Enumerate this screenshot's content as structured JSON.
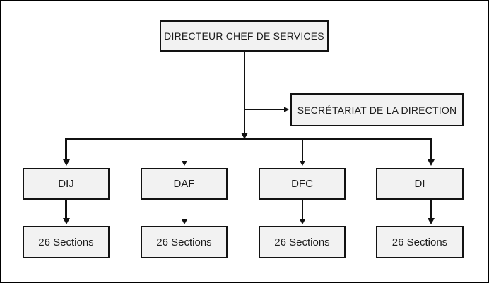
{
  "diagram": {
    "type": "org-chart",
    "root": {
      "label": "DIRECTEUR CHEF DE SERVICES"
    },
    "secretariat": {
      "label": "SECRÉTARIAT DE LA DIRECTION"
    },
    "departments": [
      {
        "label": "DIJ",
        "sublabel": "26 Sections"
      },
      {
        "label": "DAF",
        "sublabel": "26 Sections"
      },
      {
        "label": "DFC",
        "sublabel": "26 Sections"
      },
      {
        "label": "DI",
        "sublabel": "26 Sections"
      }
    ],
    "colors": {
      "box_fill": "#f2f2f2",
      "box_border": "#121212",
      "connector": "#111111",
      "frame_border": "#000000",
      "background": "#ffffff"
    }
  }
}
